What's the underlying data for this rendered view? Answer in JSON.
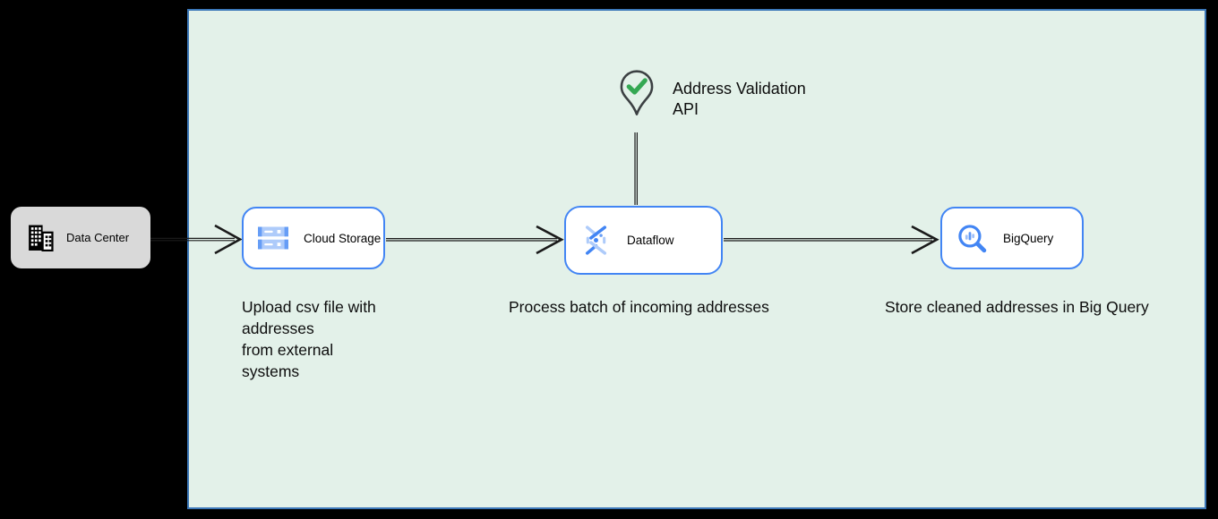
{
  "palette": {
    "canvas_bg": "#000000",
    "container_fill": "#e3f1e9",
    "container_border": "#3b77b8",
    "node_border": "#4285f4",
    "node_fill": "#ffffff",
    "external_node_fill": "#d9d9d9",
    "arrow_color": "#1a1a1a",
    "pin_outline": "#3c4043",
    "check_green": "#34a853",
    "icon_blue": "#4285f4",
    "icon_blue_light": "#aecbfa",
    "text_color": "#0d0d0d"
  },
  "external_node": {
    "label": "Data Center",
    "icon": "building-icon"
  },
  "nodes": {
    "cloud_storage": {
      "label": "Cloud Storage",
      "icon": "storage-bars-icon"
    },
    "dataflow": {
      "label": "Dataflow",
      "icon": "dataflow-icon"
    },
    "bigquery": {
      "label": "BigQuery",
      "icon": "magnifier-chart-icon"
    }
  },
  "annotation": {
    "line1": "Address Validation",
    "line2": "API",
    "icon": "map-pin-check-icon"
  },
  "captions": {
    "upload": {
      "lines": [
        "Upload csv file with",
        "addresses",
        "from external",
        "systems"
      ]
    },
    "process": "Process batch of incoming addresses",
    "store": "Store cleaned addresses in Big Query"
  }
}
